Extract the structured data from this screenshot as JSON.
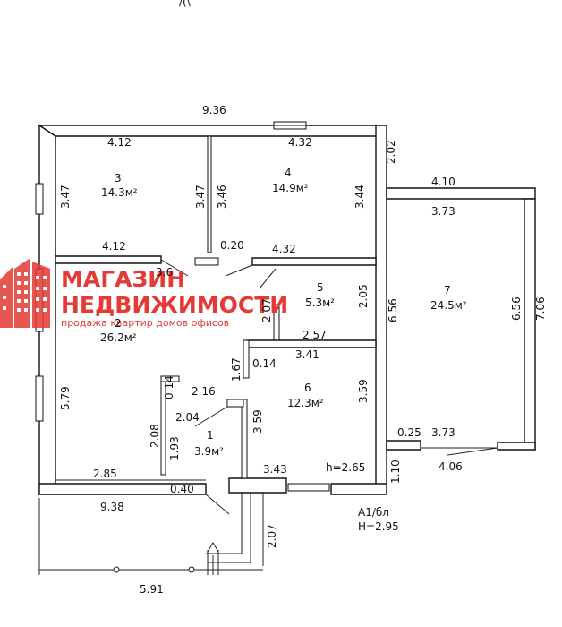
{
  "watermark": {
    "line1": "МАГАЗИН",
    "line2": "НЕДВИЖИМОСТИ",
    "tagline": "продажа квартир домов офисов",
    "color": "#e53935"
  },
  "header_mark": "/(\\",
  "rooms": [
    {
      "number": "3",
      "area": "14.3м²"
    },
    {
      "number": "4",
      "area": "14.9м²"
    },
    {
      "number": "2",
      "area": "26.2м²"
    },
    {
      "number": "5",
      "area": "5.3м²"
    },
    {
      "number": "7",
      "area": "24.5м²"
    },
    {
      "number": "6",
      "area": "12.3м²"
    },
    {
      "number": "1",
      "area": "3.9м²"
    }
  ],
  "dimensions": {
    "top_total": "9.36",
    "r3_top": "4.12",
    "r4_top": "4.32",
    "r3_left": "3.47",
    "r3_right": "3.47",
    "r4_left": "3.46",
    "r4_right": "3.44",
    "outer_right_upper": "2.02",
    "r7_outer_top": "4.10",
    "r7_inner_top": "3.73",
    "r2_top": "4.12",
    "wall_020": "0.20",
    "r5_top": "4.32",
    "r2_mark": "3.6",
    "r5_left": "2.07",
    "r5_right": "2.05",
    "right_mid": "6.56",
    "r7_left": "6.56",
    "r7_right": "7.06",
    "corridor_257": "2.57",
    "r6_top": "3.41",
    "wall_167": "1.67",
    "wall_014a": "0.14",
    "r6_right": "3.59",
    "r2_left": "5.79",
    "wall_014b": "0.14",
    "r1_top": "2.16",
    "r1_inner": "2.04",
    "r6_left": "3.59",
    "r1_left": "2.08",
    "r1_right": "1.93",
    "r7_pier": "0.25",
    "r7_bottom": "3.73",
    "wall_110": "1.10",
    "r7_outer_bottom": "4.06",
    "bottom_left": "2.85",
    "bottom_040": "0.40",
    "r6_bottom": "3.43",
    "ceiling_h": "h=2.65",
    "porch_338": "9.38",
    "porch_207": "2.07",
    "porch_bottom": "5.91"
  },
  "labels": {
    "section": "А1/бл",
    "height": "Н=2.95"
  }
}
